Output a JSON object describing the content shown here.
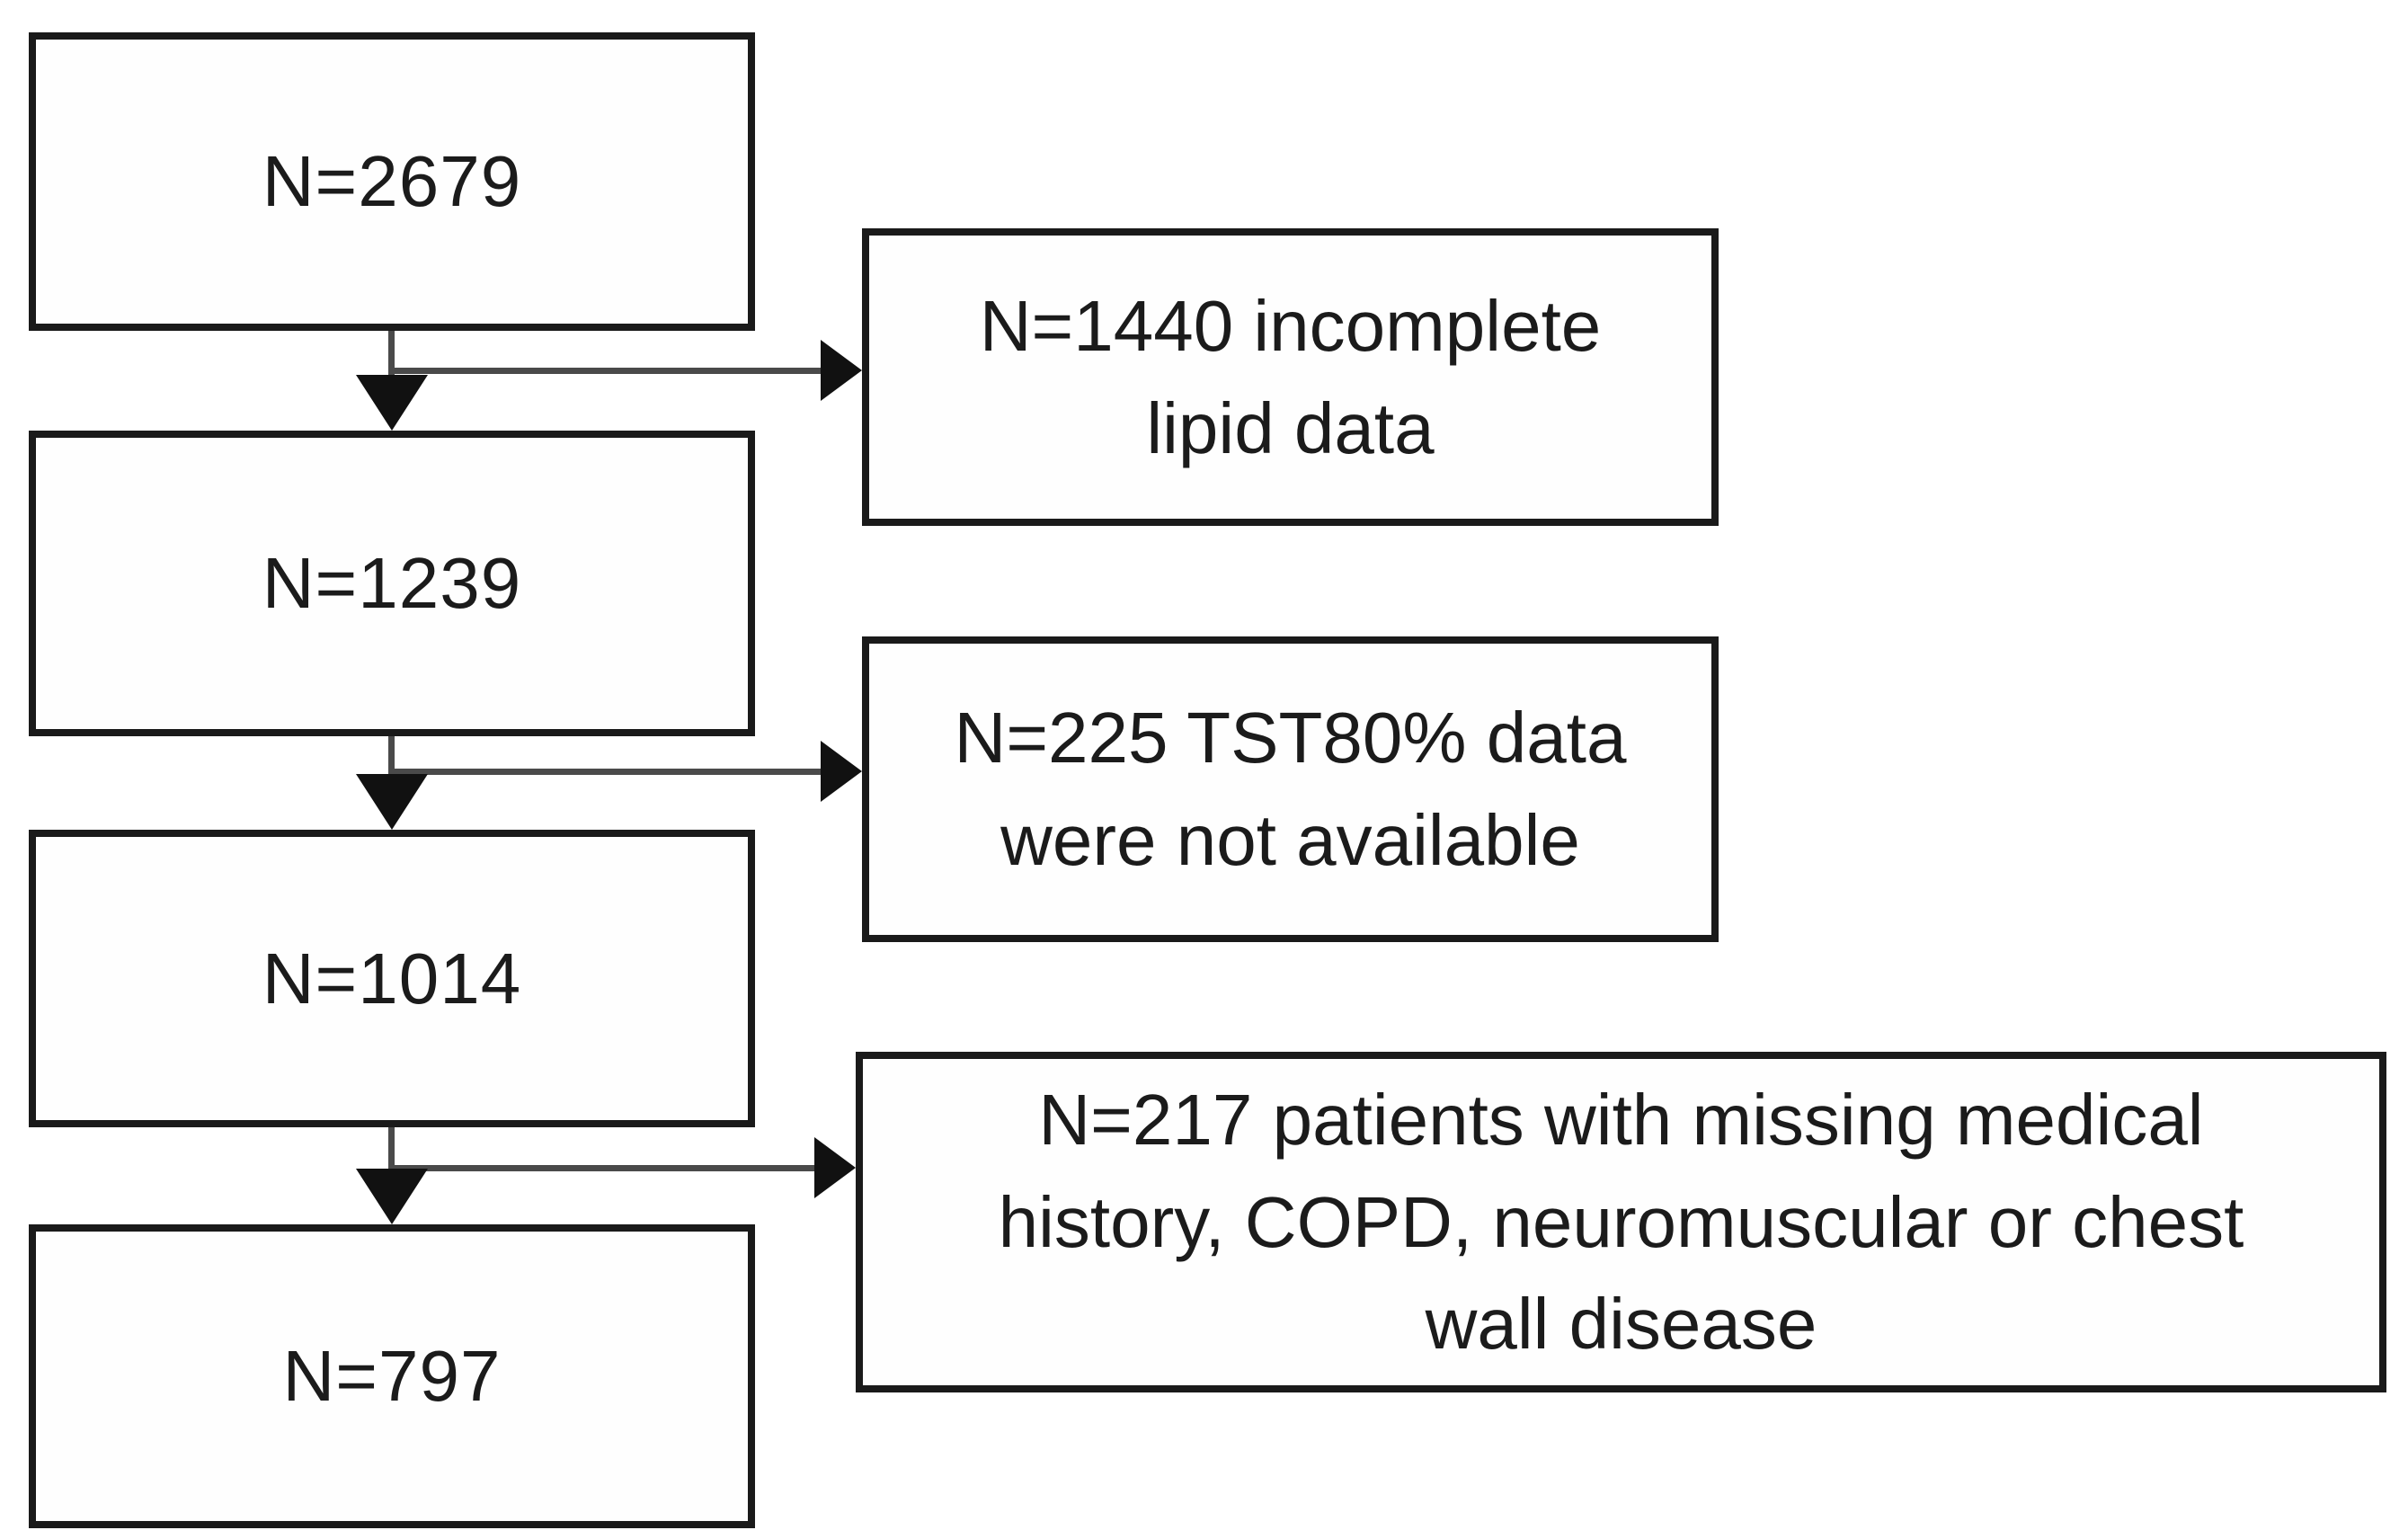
{
  "diagram": {
    "type": "patient-selection-flowchart",
    "colors": {
      "background": "#ffffff",
      "box_border": "#1a1a1a",
      "connector_line": "#4a4a4a",
      "arrowhead": "#111111",
      "text": "#1b1b1b"
    },
    "cohort_boxes": [
      {
        "label": "N=2679"
      },
      {
        "label": "N=1239"
      },
      {
        "label": "N=1014"
      },
      {
        "label": "N=797"
      }
    ],
    "exclusion_boxes": [
      {
        "label": "N=1440 incomplete lipid data",
        "lines": [
          "N=1440 incomplete",
          "lipid data"
        ]
      },
      {
        "label": "N=225 TST80% data were not available",
        "lines": [
          "N=225 TST80% data",
          "were not available"
        ]
      },
      {
        "label": "N=217 patients with missing medical history, COPD, neuromuscular or chest wall disease",
        "lines": [
          "N=217 patients with missing medical",
          "history, COPD, neuromuscular or chest",
          "wall disease"
        ]
      }
    ],
    "connections": [
      {
        "from": "N=2679",
        "to": "N=1239",
        "excluded": "N=1440 incomplete lipid data"
      },
      {
        "from": "N=1239",
        "to": "N=1014",
        "excluded": "N=225 TST80% data were not available"
      },
      {
        "from": "N=1014",
        "to": "N=797",
        "excluded": "N=217 patients with missing medical history, COPD, neuromuscular or chest wall disease"
      }
    ]
  }
}
